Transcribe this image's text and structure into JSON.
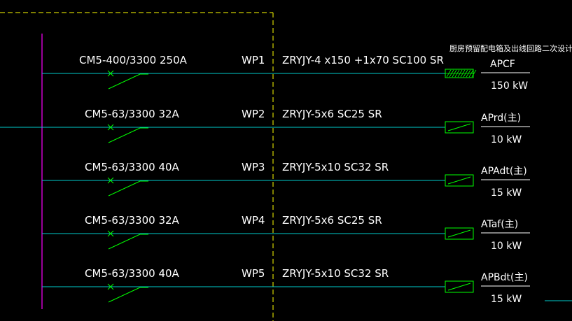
{
  "colors": {
    "background": "#000000",
    "bus": "#cc00cc",
    "feeder_line": "#00cccc",
    "breaker": "#00ff00",
    "frame": "#ffff00",
    "text": "#ffffff"
  },
  "note": "厨房预留配电箱及出线回路二次设计",
  "circuits": [
    {
      "breaker": "CM5-400/3300 250A",
      "circuit": "WP1",
      "cable": "ZRYJY-4 x150 +1x70   SC100  SR",
      "load_name": "APCF",
      "power": "150 kW",
      "box_icon": "reserved-box-icon"
    },
    {
      "breaker": "CM5-63/3300 32A",
      "circuit": "WP2",
      "cable": "ZRYJY-5x6   SC25  SR",
      "load_name": "APrd(主)",
      "power": "10 kW",
      "box_icon": "distribution-box-icon"
    },
    {
      "breaker": "CM5-63/3300 40A",
      "circuit": "WP3",
      "cable": "ZRYJY-5x10   SC32  SR",
      "load_name": "APAdt(主)",
      "power": "15 kW",
      "box_icon": "distribution-box-icon"
    },
    {
      "breaker": "CM5-63/3300 32A",
      "circuit": "WP4",
      "cable": "ZRYJY-5x6   SC25  SR",
      "load_name": "ATaf(主)",
      "power": "10 kW",
      "box_icon": "distribution-box-icon"
    },
    {
      "breaker": "CM5-63/3300 40A",
      "circuit": "WP5",
      "cable": "ZRYJY-5x10   SC32  SR",
      "load_name": "APBdt(主)",
      "power": "15 kW",
      "box_icon": "distribution-box-icon"
    }
  ]
}
